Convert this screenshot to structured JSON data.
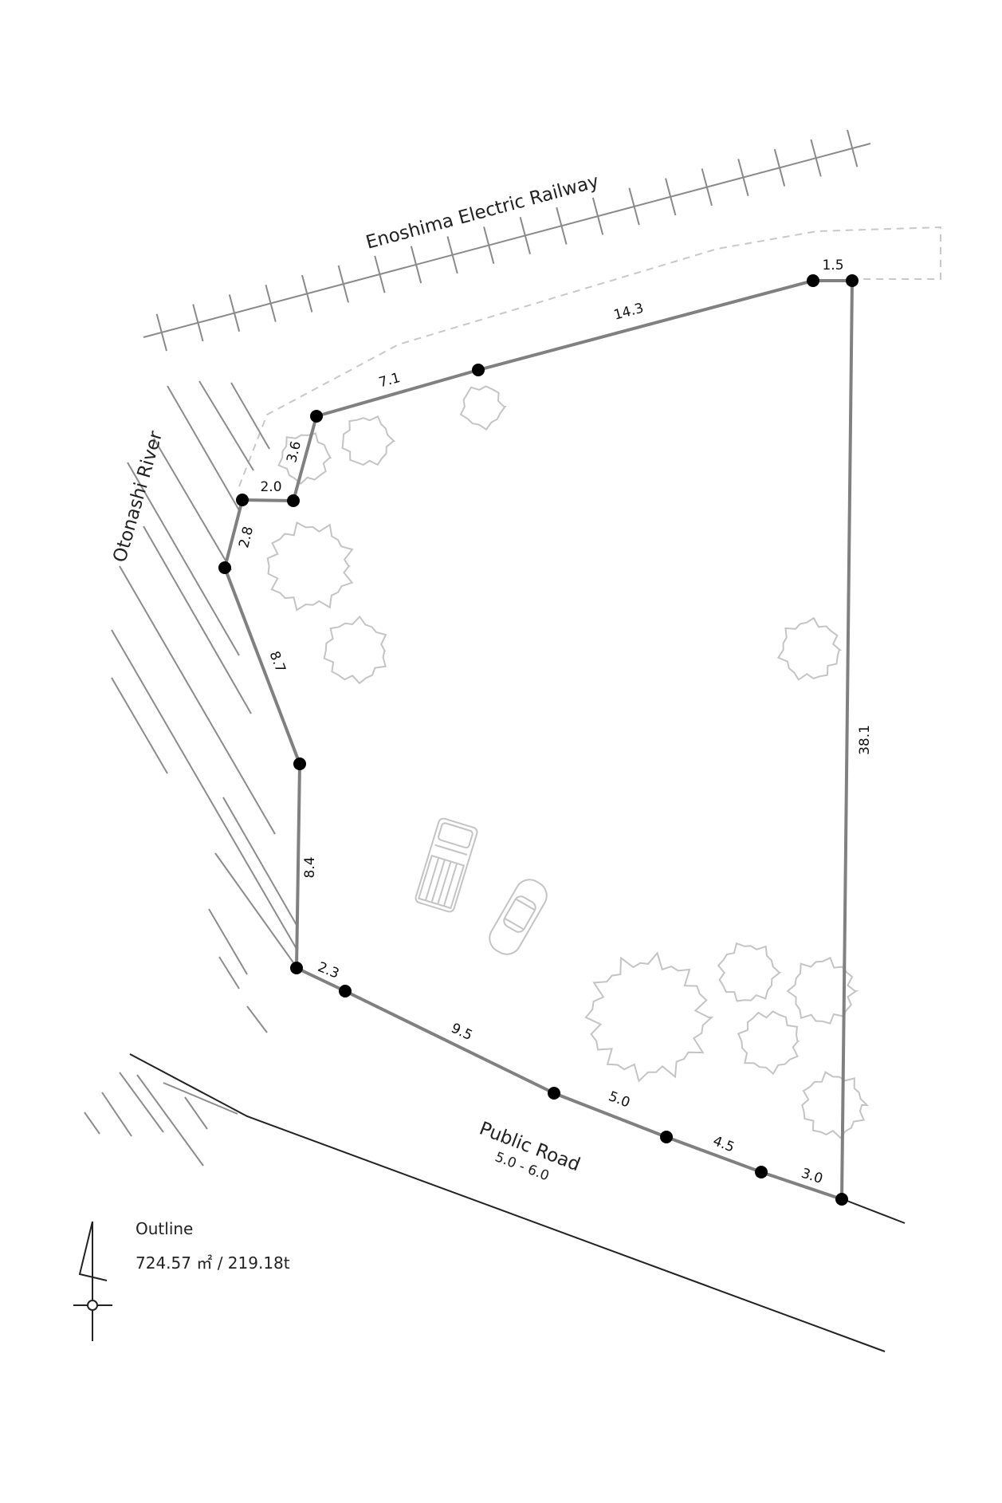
{
  "labels": {
    "railway": "Enoshima Electric Railway",
    "river": "Otonashi River",
    "road": "Public Road",
    "road_width": "5.0 - 6.0",
    "outline_title": "Outline",
    "outline_area": "724.57 ㎡ / 219.18t"
  },
  "dimensions": {
    "d1": "1.5",
    "d2": "14.3",
    "d3": "7.1",
    "d4": "3.6",
    "d5": "2.0",
    "d6": "2.8",
    "d7": "8.7",
    "d8": "8.4",
    "d9": "2.3",
    "d10": "9.5",
    "d11": "5.0",
    "d12": "4.5",
    "d13": "3.0",
    "d14": "38.1"
  },
  "icons": {
    "north_arrow": "north-arrow-icon",
    "tree": "tree-canopy-icon",
    "vehicle": "car-icon"
  },
  "colors": {
    "boundary": "#808080",
    "vertex": "#000000",
    "light_symbols": "#c4c4c4",
    "hatch": "#8c8c8c",
    "line": "#222222"
  }
}
